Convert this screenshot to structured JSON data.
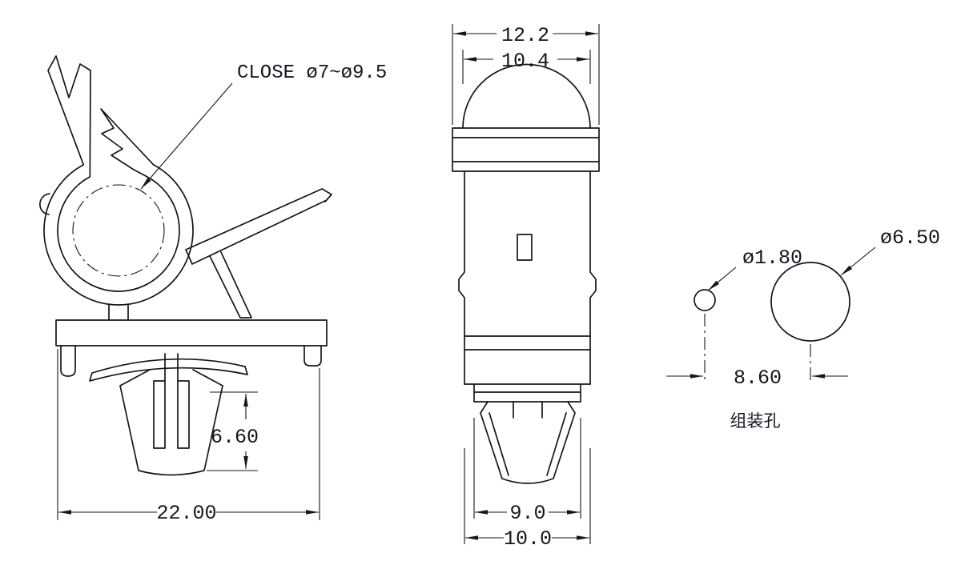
{
  "left_view": {
    "callout": "CLOSE ø7~ø9.5",
    "dim_snap_length": "6.60",
    "dim_overall_width": "22.00"
  },
  "front_view": {
    "dim_cap_width": "12.2",
    "dim_dome_width": "10.4",
    "dim_collar_width": "9.0",
    "dim_body_width": "10.0"
  },
  "holes_view": {
    "dim_small_hole": "ø1.80",
    "dim_large_hole": "ø6.50",
    "dim_hole_spacing": "8.60",
    "label_assembly_holes": "组装孔"
  },
  "colors": {
    "line": "#15151f",
    "background": "#ffffff"
  }
}
